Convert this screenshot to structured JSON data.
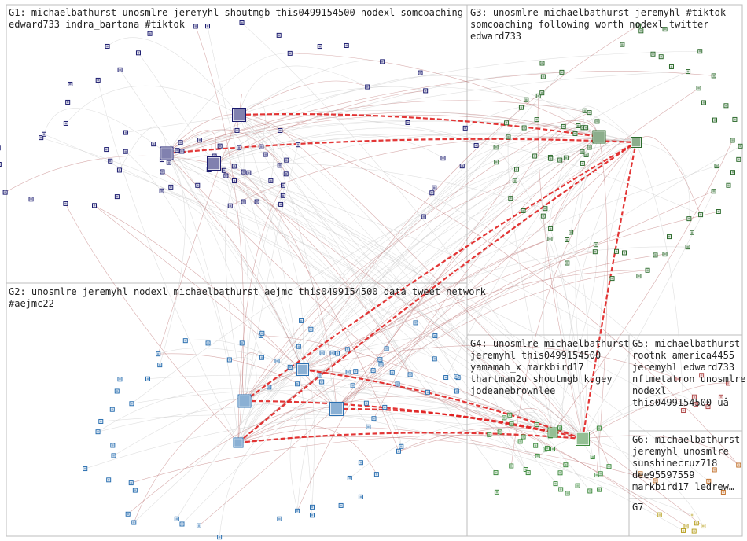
{
  "groups": [
    {
      "id": "G1",
      "label": "G1: michaelbathurst unosmlre jeremyhl shoutmgb this0499154500 nodexl somcoaching\nedward733 indra_bartona #tiktok",
      "color": "#1a1a6e"
    },
    {
      "id": "G2",
      "label": "G2: unosmlre jeremyhl nodexl michaelbathurst aejmc this0499154500 data tweet network\n#aejmc22",
      "color": "#2a6fb0"
    },
    {
      "id": "G3",
      "label": "G3: unosmlre michaelbathurst jeremyhl #tiktok\nsomcoaching following worth nodexl twitter edward733",
      "color": "#2d6b2d"
    },
    {
      "id": "G4",
      "label": "G4: unosmlre michaelbathurst\njeremyhl this0499154500\nyamamah_x markbird17\nthartman2u shoutmgb kugey\njodeanebrownlee",
      "color": "#3d8a3d"
    },
    {
      "id": "G5",
      "label": "G5: michaelbathurst\nrootnk america4455\njeremyhl edward733\nnftmetatron unosmlre\nnodexl\nthis0499154500 uâ",
      "color": "#b04a4a"
    },
    {
      "id": "G6",
      "label": "G6: michaelbathurst\njeremyhl unosmlre\nsunshinecruz718\ndee95597559\nmarkbird17 ledrew…",
      "color": "#c2702a"
    },
    {
      "id": "G7",
      "label": "G7",
      "color": "#b8a020"
    }
  ],
  "colors": {
    "panel_border": "#bdbdbd",
    "edge_light": "#c6c6c6",
    "edge_medium": "#b86a6a",
    "edge_strong": "#e02020",
    "node_shadow": "#8fe08f"
  }
}
